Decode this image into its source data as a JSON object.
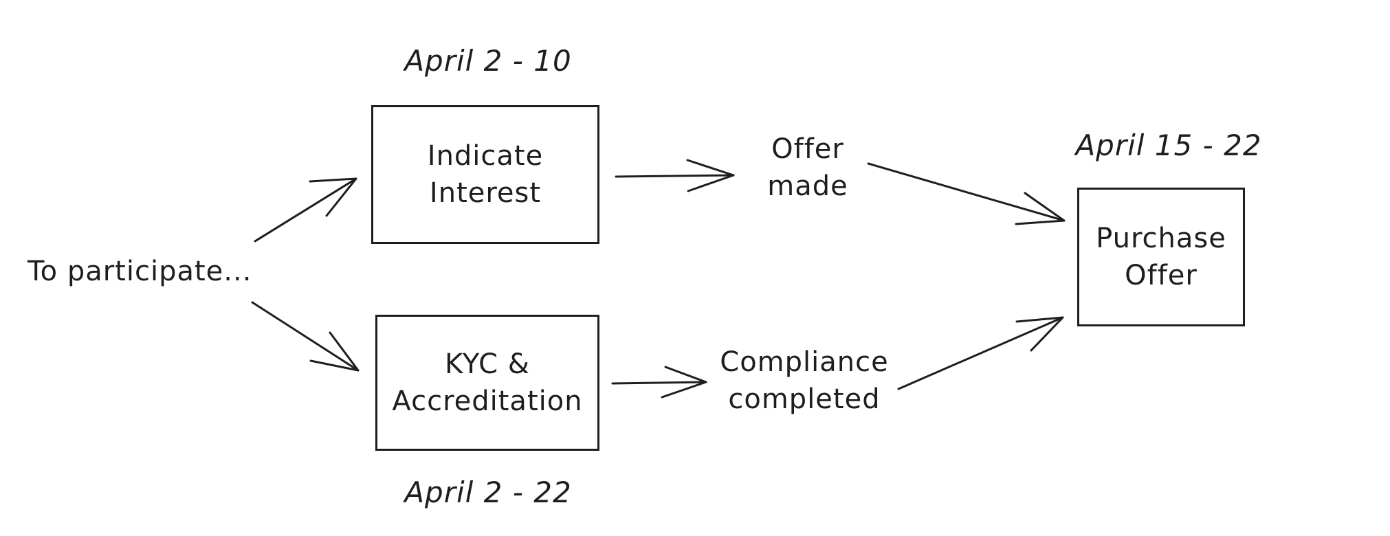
{
  "diagram": {
    "start_label": "To participate...",
    "nodes": {
      "indicate_interest": {
        "label": "Indicate\nInterest",
        "date": "April 2 - 10"
      },
      "kyc": {
        "label": "KYC &\nAccreditation",
        "date": "April 2 - 22"
      },
      "purchase_offer": {
        "label": "Purchase\nOffer",
        "date": "April 15 - 22"
      }
    },
    "intermediate": {
      "offer_made": "Offer\nmade",
      "compliance_completed": "Compliance\ncompleted"
    },
    "colors": {
      "stroke": "#1e1e1e",
      "background": "#ffffff"
    }
  }
}
